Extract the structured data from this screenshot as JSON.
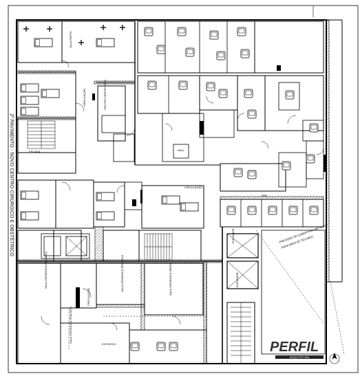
{
  "title": "2º PAVIMENTO - NOVO CENTRO CIRÚRGICO E OBSTÉTRICO",
  "logo": {
    "text": "PERFIL",
    "subtext": "ARQUITETURA"
  },
  "rooms": {
    "centro_obstetrico": "CENTRO OBSTÉTRICO",
    "circulacao_1": "CIRCULAÇÃO",
    "circulacao_2": "CIRCULAÇÃO",
    "hall": "HALL",
    "escada": "ESCADA",
    "elevador_1": "ELEVADOR",
    "elevador_2": "ELEVADOR",
    "sala_pequena_1": "SALA CIRÚRGICA PEQUENA",
    "sala_pequena_2": "SALA CIRÚRGICA PEQUENA",
    "sala_media": "SALA CIRÚRGICA MÉDIA",
    "sala_pequena_3": "SALA CIRÚRGICA PEQUENA",
    "expurgo": "EXPURGO",
    "circulacao_v": "CIRCULAÇÃO",
    "sala_parto": "SALA PARTO",
    "sala_rpa": "RPA"
  },
  "notes": {
    "note_1": "PREVISÃO DE COBERTURA METÁLICA",
    "note_2": "PARA ÁREA DE TELHADO"
  },
  "icons": [
    "north-arrow-icon",
    "bed-icon",
    "stair-icon",
    "elevator-icon"
  ]
}
